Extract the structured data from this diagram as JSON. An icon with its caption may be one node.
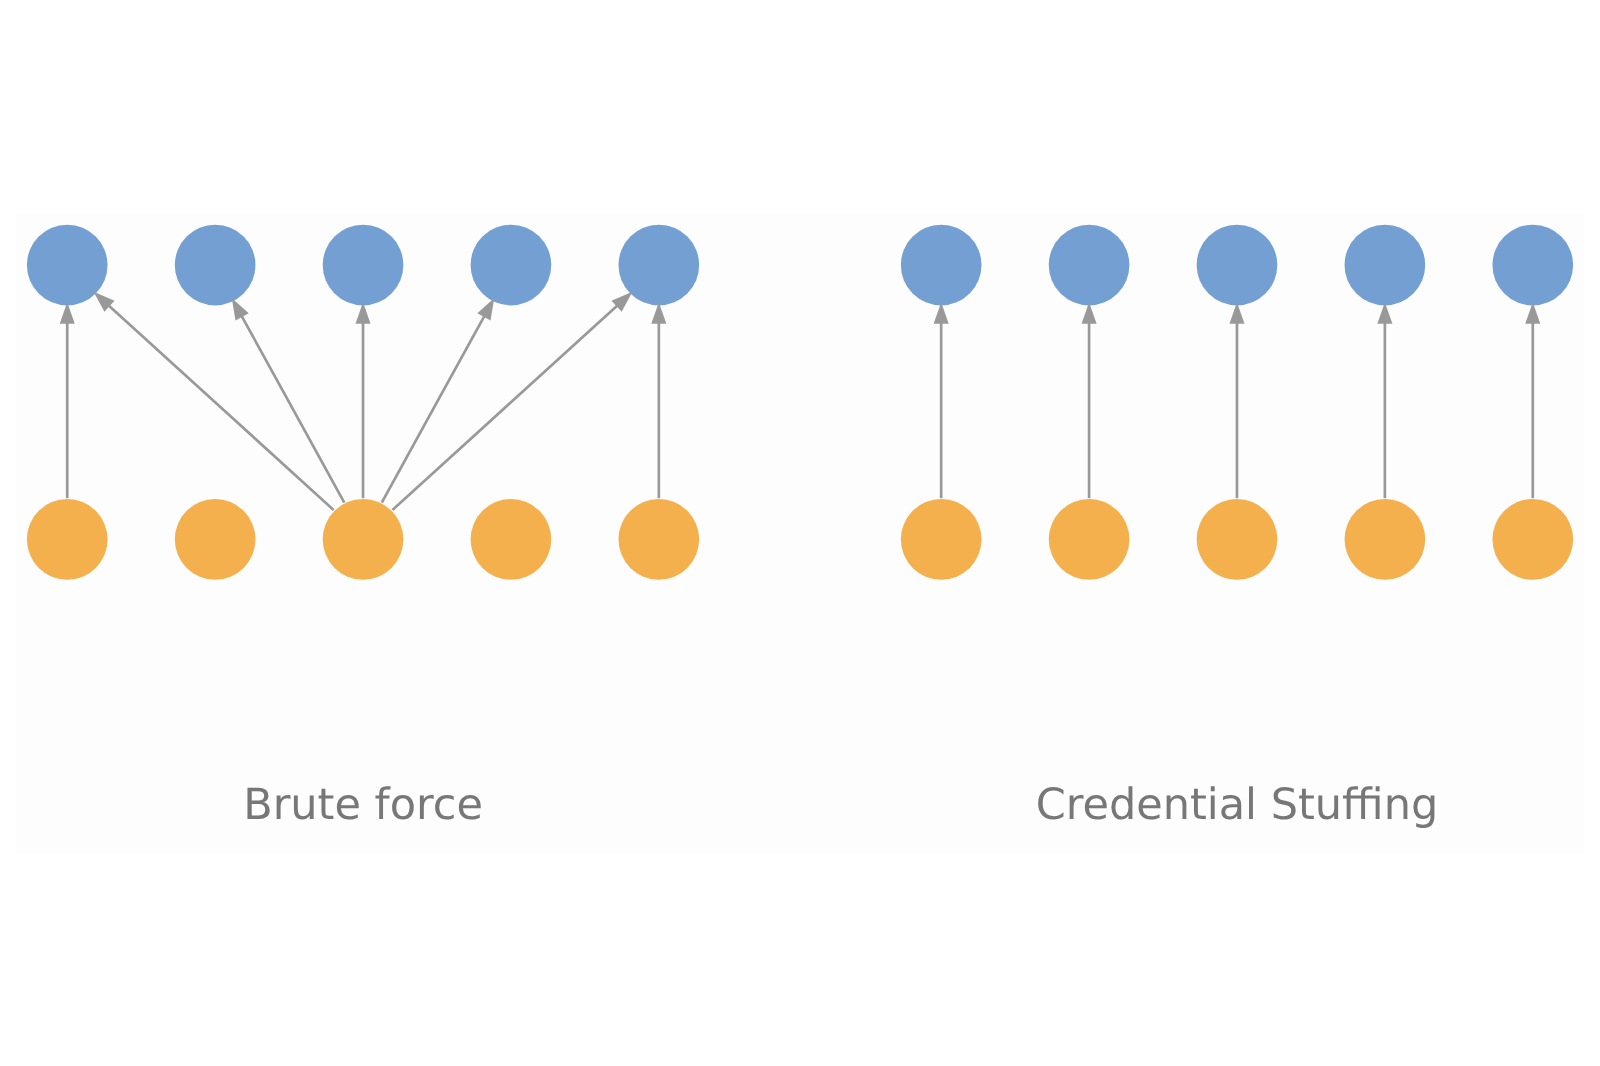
{
  "diagram": {
    "nodes": [
      {
        "text": [],
        "shape": "circle"
      },
      {
        "text": [],
        "shape": "circle"
      },
      {
        "text": [],
        "shape": "circle"
      },
      {
        "text": [],
        "shape": "circle"
      },
      {
        "text": [],
        "shape": "circle"
      },
      {
        "text": [],
        "shape": "circle"
      },
      {
        "text": [],
        "shape": "circle"
      },
      {
        "text": [],
        "shape": "circle"
      },
      {
        "text": [],
        "shape": "circle"
      },
      {
        "text": [],
        "shape": "circle"
      },
      {
        "text": [],
        "shape": "circle"
      },
      {
        "text": [],
        "shape": "circle"
      },
      {
        "text": [],
        "shape": "circle"
      },
      {
        "text": [],
        "shape": "circle"
      },
      {
        "text": [],
        "shape": "circle"
      },
      {
        "text": [],
        "shape": "circle"
      },
      {
        "text": [],
        "shape": "circle"
      },
      {
        "text": [],
        "shape": "circle"
      },
      {
        "text": [],
        "shape": "circle"
      },
      {
        "text": [],
        "shape": "circle"
      }
    ],
    "edges": [
      {
        "from": 10,
        "to": 0,
        "arrow": "to"
      },
      {
        "from": 12,
        "to": 0,
        "arrow": "to"
      },
      {
        "from": 12,
        "to": 1,
        "arrow": "to"
      },
      {
        "from": 12,
        "to": 2,
        "arrow": "to"
      },
      {
        "from": 12,
        "to": 3,
        "arrow": "to"
      },
      {
        "from": 12,
        "to": 4,
        "arrow": "to"
      },
      {
        "from": 14,
        "to": 4,
        "arrow": "to"
      },
      {
        "from": 15,
        "to": 5,
        "arrow": "to"
      },
      {
        "from": 16,
        "to": 6,
        "arrow": "to"
      },
      {
        "from": 17,
        "to": 7,
        "arrow": "to"
      },
      {
        "from": 18,
        "to": 8,
        "arrow": "to"
      },
      {
        "from": 19,
        "to": 9,
        "arrow": "to"
      }
    ],
    "labels": [
      "Brute force",
      "Credential Stuffing"
    ]
  }
}
